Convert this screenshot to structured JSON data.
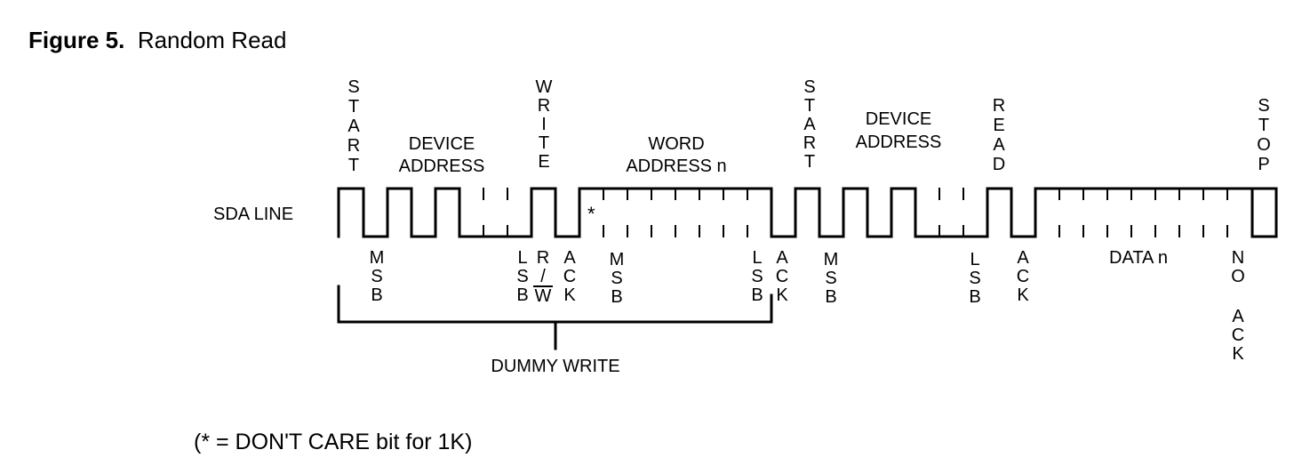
{
  "title": {
    "label": "Figure 5.",
    "text": "Random Read"
  },
  "footnote": "(* = DON'T CARE bit for 1K)",
  "line_label": "SDA LINE",
  "dont_care_mark": "*",
  "brace_label": "DUMMY WRITE",
  "labels": {
    "start_1": "START",
    "device_address_1": [
      "DEVICE",
      "ADDRESS"
    ],
    "write": "WRITE",
    "word_address": [
      "WORD",
      "ADDRESS n"
    ],
    "start_2": "START",
    "device_address_2": [
      "DEVICE",
      "ADDRESS"
    ],
    "read": "READ",
    "stop": "STOP",
    "msb_1": "MSB",
    "lsb_1": "LSB",
    "rw_top": "R",
    "rw_slash": "/",
    "rw_bottom": "W",
    "ack_1": "ACK",
    "msb_2": "MSB",
    "lsb_2": "LSB",
    "ack_2": "ACK",
    "msb_3": "MSB",
    "lsb_3": "LSB",
    "ack_3": "ACK",
    "data": "DATA n",
    "no": "NO",
    "no_ack": "ACK"
  }
}
